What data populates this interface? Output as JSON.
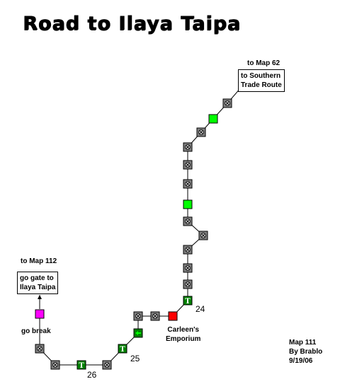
{
  "title": "Road to Ilaya Taipa",
  "exits": {
    "top": {
      "heading": "to Map 62",
      "line1": "to Southern",
      "line2": "Trade Route"
    },
    "left": {
      "heading": "to Map 112",
      "line1": "go gate to",
      "line2": "Ilaya Taipa"
    }
  },
  "labels": {
    "go_break": "go break",
    "shop_line1": "Carleen's",
    "shop_line2": "Emporium",
    "step24": "24",
    "step25": "25",
    "step26": "26"
  },
  "credits": {
    "map": "Map 111",
    "author": "By Brablo",
    "date": "9/19/06"
  },
  "legend_colors": {
    "path": "#808080",
    "checkpoint": "#00ff00",
    "shop": "#ff0000",
    "gate": "#ff00ff",
    "teleport": "#008000"
  }
}
